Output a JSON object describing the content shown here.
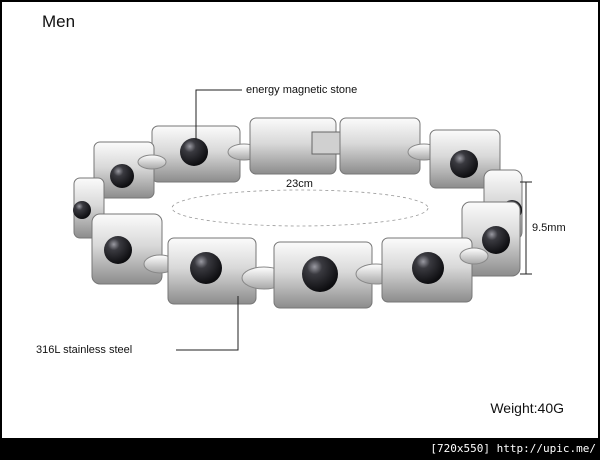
{
  "title": "Men",
  "labels": {
    "top_callout": "energy magnetic stone",
    "bottom_callout": "316L stainless steel",
    "circumference": "23cm",
    "width": "9.5mm",
    "weight": "Weight:40G"
  },
  "watermark": "[720x550] http://upic.me/",
  "colors": {
    "background": "#ffffff",
    "frame": "#000000",
    "steel_light": "#f2f2f2",
    "steel_dark": "#8c8c8c",
    "stone": "#1b1b1f"
  },
  "icons": [
    "bracelet-photo",
    "dimension-arrow-icon"
  ]
}
